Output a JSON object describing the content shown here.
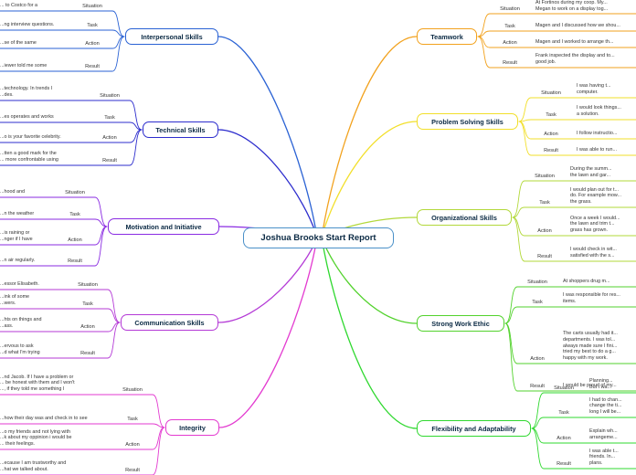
{
  "central": {
    "title": "Joshua Brooks Start Report",
    "color": "#4a90c8"
  },
  "branches": [
    {
      "id": "interpersonal",
      "title": "Interpersonal Skills",
      "side": "left",
      "color": "#2a62d4",
      "subs": [
        {
          "label": "Situation",
          "text": "... to Costco for a"
        },
        {
          "label": "Task",
          "text": "...ng interview questions."
        },
        {
          "label": "Action",
          "text": "...se of the same"
        },
        {
          "label": "Result",
          "text": "...iewer told me some"
        }
      ]
    },
    {
      "id": "technical",
      "title": "Technical Skills",
      "side": "left",
      "color": "#2c2ccd",
      "subs": [
        {
          "label": "Situation",
          "text": "...technology. In trends I\n...des."
        },
        {
          "label": "Task",
          "text": "...es operates and works"
        },
        {
          "label": "Action",
          "text": "...o is your favorite celebrity."
        },
        {
          "label": "Result",
          "text": "...tten a good mark for the\n... more confrontable using"
        }
      ]
    },
    {
      "id": "motivation",
      "title": "Motivation and Initiative",
      "side": "left",
      "color": "#8a2be2",
      "subs": [
        {
          "label": "Situation",
          "text": "...hood and"
        },
        {
          "label": "Task",
          "text": "...n the weather"
        },
        {
          "label": "Action",
          "text": "...is raining or\n...nger if I have"
        },
        {
          "label": "Result",
          "text": "...n air regularly."
        }
      ]
    },
    {
      "id": "communication",
      "title": "Communication Skills",
      "side": "left",
      "color": "#b43ad6",
      "subs": [
        {
          "label": "Situation",
          "text": "...essor Elisabeth."
        },
        {
          "label": "Task",
          "text": "...ink of some\n...wers."
        },
        {
          "label": "Action",
          "text": "...hts on things and\n...ass."
        },
        {
          "label": "Result",
          "text": "...ervous to ask\n...d what I'm trying"
        }
      ]
    },
    {
      "id": "integrity",
      "title": "Integrity",
      "side": "left",
      "color": "#e33ad0",
      "subs": [
        {
          "label": "Situation",
          "text": "...nd Jacob. If I have a problem or\n... be honest with them and I won't\n..., if they told me something I"
        },
        {
          "label": "Task",
          "text": "...how their day was and check in to see"
        },
        {
          "label": "Action",
          "text": "...o my friends and not lying with\n...k about my oppinion i would be\n... their feelings."
        },
        {
          "label": "Result",
          "text": "...ecause I am trustworthy and\n...hat we talked about."
        }
      ]
    },
    {
      "id": "teamwork",
      "title": "Teamwork",
      "side": "right",
      "color": "#f2a21e",
      "subs": [
        {
          "label": "Situation",
          "text": "At Fortinos during my coop. My...\nMegan to work on a display tog..."
        },
        {
          "label": "Task",
          "text": "Magen and I discussed how we shou..."
        },
        {
          "label": "Action",
          "text": "Magen and I worked to arrange th..."
        },
        {
          "label": "Result",
          "text": "Frank inspected the display and to...\ngood job."
        }
      ]
    },
    {
      "id": "problem",
      "title": "Problem Solving Skills",
      "side": "right",
      "color": "#f2df2a",
      "subs": [
        {
          "label": "Situation",
          "text": "I was having t...\ncomputer."
        },
        {
          "label": "Task",
          "text": "I would look things...\na solution."
        },
        {
          "label": "Action",
          "text": "I follow instructio..."
        },
        {
          "label": "Result",
          "text": "I was able to run..."
        }
      ]
    },
    {
      "id": "organizational",
      "title": "Organizational Skills",
      "side": "right",
      "color": "#b2d83a",
      "subs": [
        {
          "label": "Situation",
          "text": "During the summ...\nthe lawn and gar..."
        },
        {
          "label": "Task",
          "text": "I would plan out for t...\ndo. For example mow...\nthe grass."
        },
        {
          "label": "Action",
          "text": "Once a week I would...\nthe lawn and trim t...\ngrass has grown."
        },
        {
          "label": "Result",
          "text": "I would check in wit...\nsatisfied with the s..."
        }
      ]
    },
    {
      "id": "workethic",
      "title": "Strong Work Ethic",
      "side": "right",
      "color": "#52d22c",
      "subs": [
        {
          "label": "Situation",
          "text": "At shoppers drug m..."
        },
        {
          "label": "Task",
          "text": "I was responsible for res...\nitems."
        },
        {
          "label": "Action",
          "text": "The carts usually had it...\ndepartments. I was tol...\nalways made sure I fini...\ntried my best to do a g...\nhappy with my work."
        },
        {
          "label": "Result",
          "text": "I would be proud of my..."
        }
      ]
    },
    {
      "id": "flexibility",
      "title": "Flexibility and Adaptability",
      "side": "right",
      "color": "#2fd82f",
      "subs": [
        {
          "label": "Situation",
          "text": "Planning...\nBut I wa..."
        },
        {
          "label": "Task",
          "text": "I had to chan...\nchange the ti...\nlong I will be..."
        },
        {
          "label": "Action",
          "text": "Explain wh...\narrangeme..."
        },
        {
          "label": "Result",
          "text": "I was able t...\nfriends. In...\nplans."
        }
      ]
    }
  ]
}
